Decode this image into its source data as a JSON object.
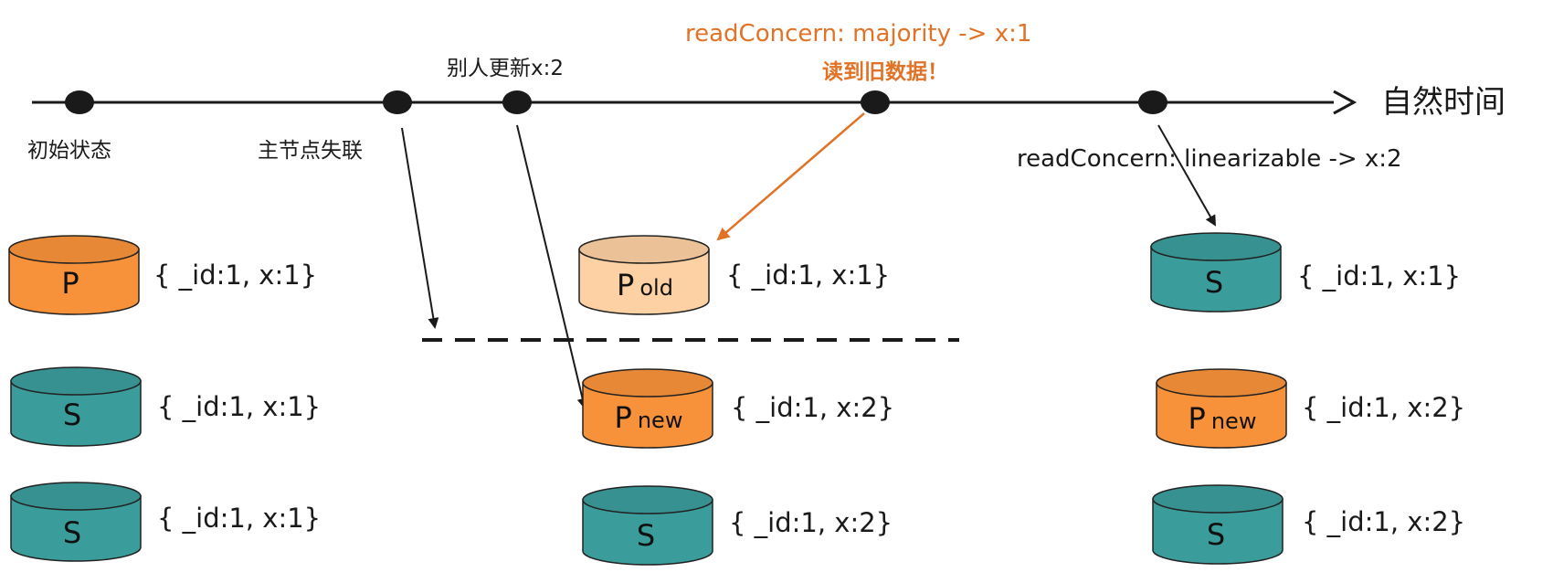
{
  "timeline": {
    "axis_label": "自然时间",
    "events": [
      {
        "label": "初始状态"
      },
      {
        "label": "主节点失联"
      },
      {
        "label": "别人更新x:2"
      },
      {
        "label": "readConcern: majority -> x:1",
        "note": "读到旧数据！",
        "highlight_color": "#e07327"
      },
      {
        "label": "readConcern: linearizable -> x:2"
      }
    ]
  },
  "columns": [
    {
      "nodes": [
        {
          "role": "P",
          "sub": "",
          "color": "#f7923a",
          "doc": "{ _id:1, x:1}"
        },
        {
          "role": "S",
          "sub": "",
          "color": "#3b9c9c",
          "doc": "{ _id:1, x:1}"
        },
        {
          "role": "S",
          "sub": "",
          "color": "#3b9c9c",
          "doc": "{ _id:1, x:1}"
        }
      ]
    },
    {
      "nodes": [
        {
          "role": "P",
          "sub": "old",
          "color": "#fdd1a3",
          "doc": "{ _id:1, x:1}"
        },
        {
          "role": "P",
          "sub": "new",
          "color": "#f7923a",
          "doc": "{ _id:1, x:2}"
        },
        {
          "role": "S",
          "sub": "",
          "color": "#3b9c9c",
          "doc": "{ _id:1, x:2}"
        }
      ]
    },
    {
      "nodes": [
        {
          "role": "S",
          "sub": "",
          "color": "#3b9c9c",
          "doc": "{ _id:1, x:1}"
        },
        {
          "role": "P",
          "sub": "new",
          "color": "#f7923a",
          "doc": "{ _id:1, x:2}"
        },
        {
          "role": "S",
          "sub": "",
          "color": "#3b9c9c",
          "doc": "{ _id:1, x:2}"
        }
      ]
    }
  ]
}
